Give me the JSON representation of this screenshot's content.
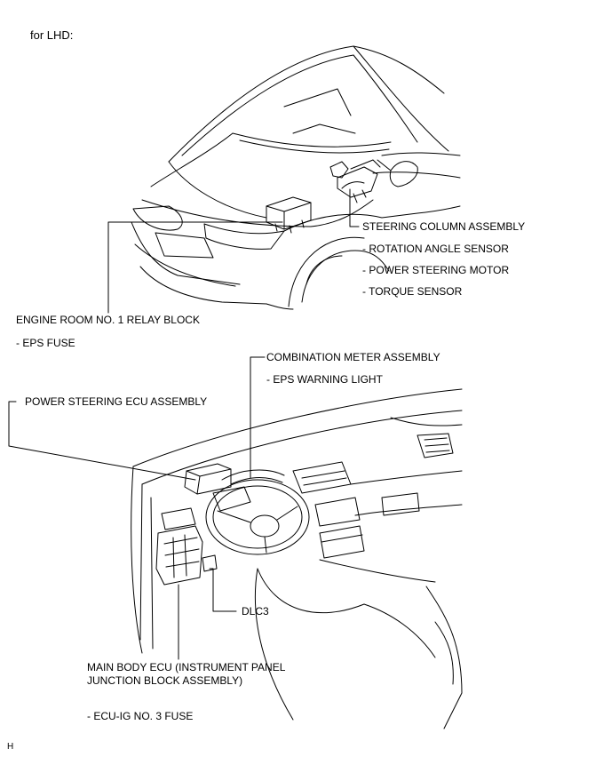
{
  "header": {
    "variant": "for LHD:"
  },
  "top_labels": {
    "steering_column": "STEERING COLUMN ASSEMBLY",
    "rotation_angle_sensor": "- ROTATION ANGLE SENSOR",
    "power_steering_motor": "- POWER STEERING MOTOR",
    "torque_sensor": "- TORQUE SENSOR",
    "relay_block": "ENGINE ROOM NO. 1 RELAY BLOCK",
    "eps_fuse": "- EPS FUSE"
  },
  "bottom_labels": {
    "combination_meter": "COMBINATION METER ASSEMBLY",
    "eps_warning_light": "- EPS WARNING LIGHT",
    "power_steering_ecu": "POWER STEERING ECU ASSEMBLY",
    "dlc3": "DLC3",
    "main_body_ecu_line1": "MAIN BODY ECU (INSTRUMENT PANEL",
    "main_body_ecu_line2": "JUNCTION BLOCK ASSEMBLY)",
    "ecu_ig_fuse": "- ECU-IG NO. 3 FUSE"
  },
  "footer": {
    "code": "H"
  }
}
